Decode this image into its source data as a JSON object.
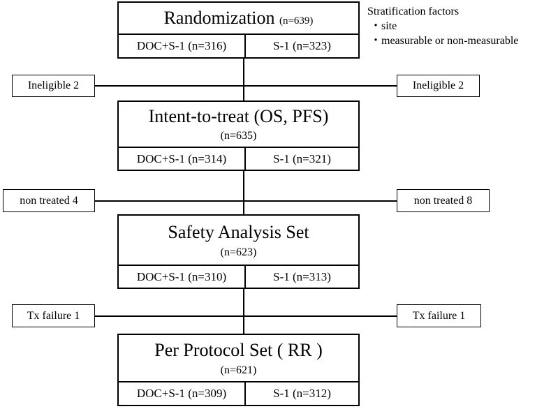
{
  "randomization": {
    "title": "Randomization",
    "n": "(n=639)",
    "arm_left": "DOC+S-1 (n=316)",
    "arm_right": "S-1 (n=323)"
  },
  "stratification": {
    "heading": "Stratification factors",
    "items": [
      "・site",
      "・measurable or non-measurable"
    ]
  },
  "exclusion1": {
    "left": "Ineligible 2",
    "right": "Ineligible 2"
  },
  "itt": {
    "title": "Intent-to-treat (OS, PFS)",
    "n": "(n=635)",
    "arm_left": "DOC+S-1 (n=314)",
    "arm_right": "S-1 (n=321)"
  },
  "exclusion2": {
    "left": "non treated 4",
    "right": "non treated 8"
  },
  "safety": {
    "title": "Safety Analysis Set",
    "n": "(n=623)",
    "arm_left": "DOC+S-1 (n=310)",
    "arm_right": "S-1 (n=313)"
  },
  "exclusion3": {
    "left": "Tx failure 1",
    "right": "Tx failure 1"
  },
  "pps": {
    "title": "Per Protocol Set ( RR )",
    "n": "(n=621)",
    "arm_left": "DOC+S-1 (n=309)",
    "arm_right": "S-1 (n=312)"
  }
}
